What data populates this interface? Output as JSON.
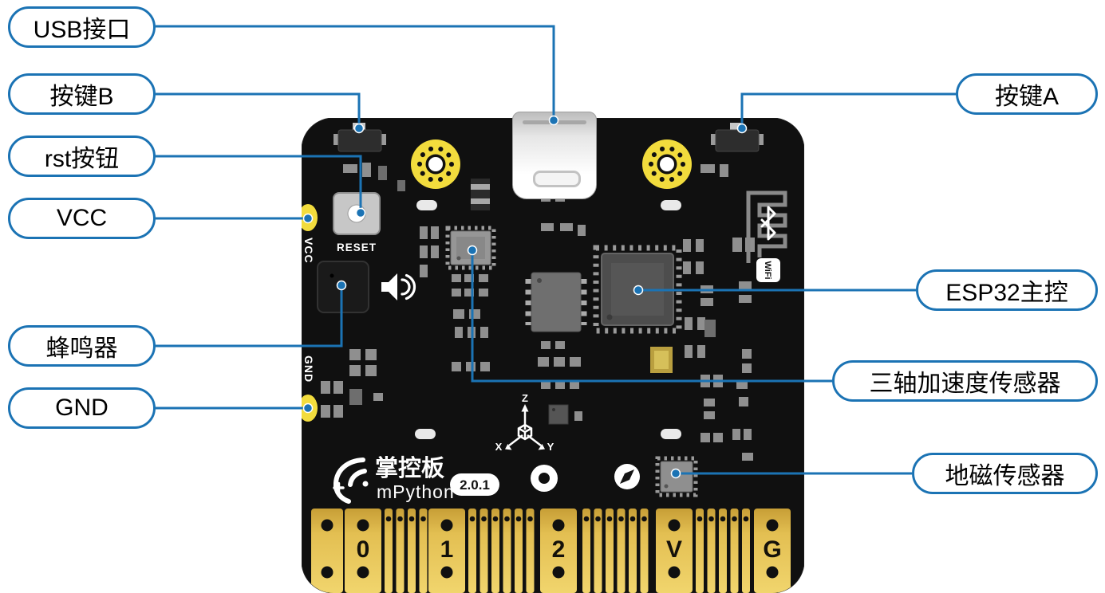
{
  "diagram": {
    "callouts_left": [
      {
        "id": "usb-port",
        "label": "USB接口"
      },
      {
        "id": "button-b",
        "label": "按键B"
      },
      {
        "id": "rst-button",
        "label": "rst按钮"
      },
      {
        "id": "vcc",
        "label": "VCC"
      },
      {
        "id": "buzzer",
        "label": "蜂鸣器"
      },
      {
        "id": "gnd",
        "label": "GND"
      }
    ],
    "callouts_right": [
      {
        "id": "button-a",
        "label": "按键A"
      },
      {
        "id": "esp32",
        "label": "ESP32主控"
      },
      {
        "id": "accelerometer",
        "label": "三轴加速度传感器"
      },
      {
        "id": "magnetometer",
        "label": "地磁传感器"
      }
    ]
  },
  "board": {
    "silkscreen": {
      "reset": "RESET",
      "vcc": "VCC",
      "gnd": "GND",
      "logo_cn": "掌控板",
      "logo_en": "mPython",
      "version": "2.0.1",
      "wifi": "WiFi",
      "axis_x": "X",
      "axis_y": "Y",
      "axis_z": "Z"
    },
    "edge_pads": [
      "0",
      "1",
      "2",
      "V",
      "G"
    ],
    "colors": {
      "callout_blue": "#1b73b4",
      "board_black": "#101010",
      "gold": "#e3bf52",
      "pad_yellow": "#f2dc3d"
    }
  }
}
